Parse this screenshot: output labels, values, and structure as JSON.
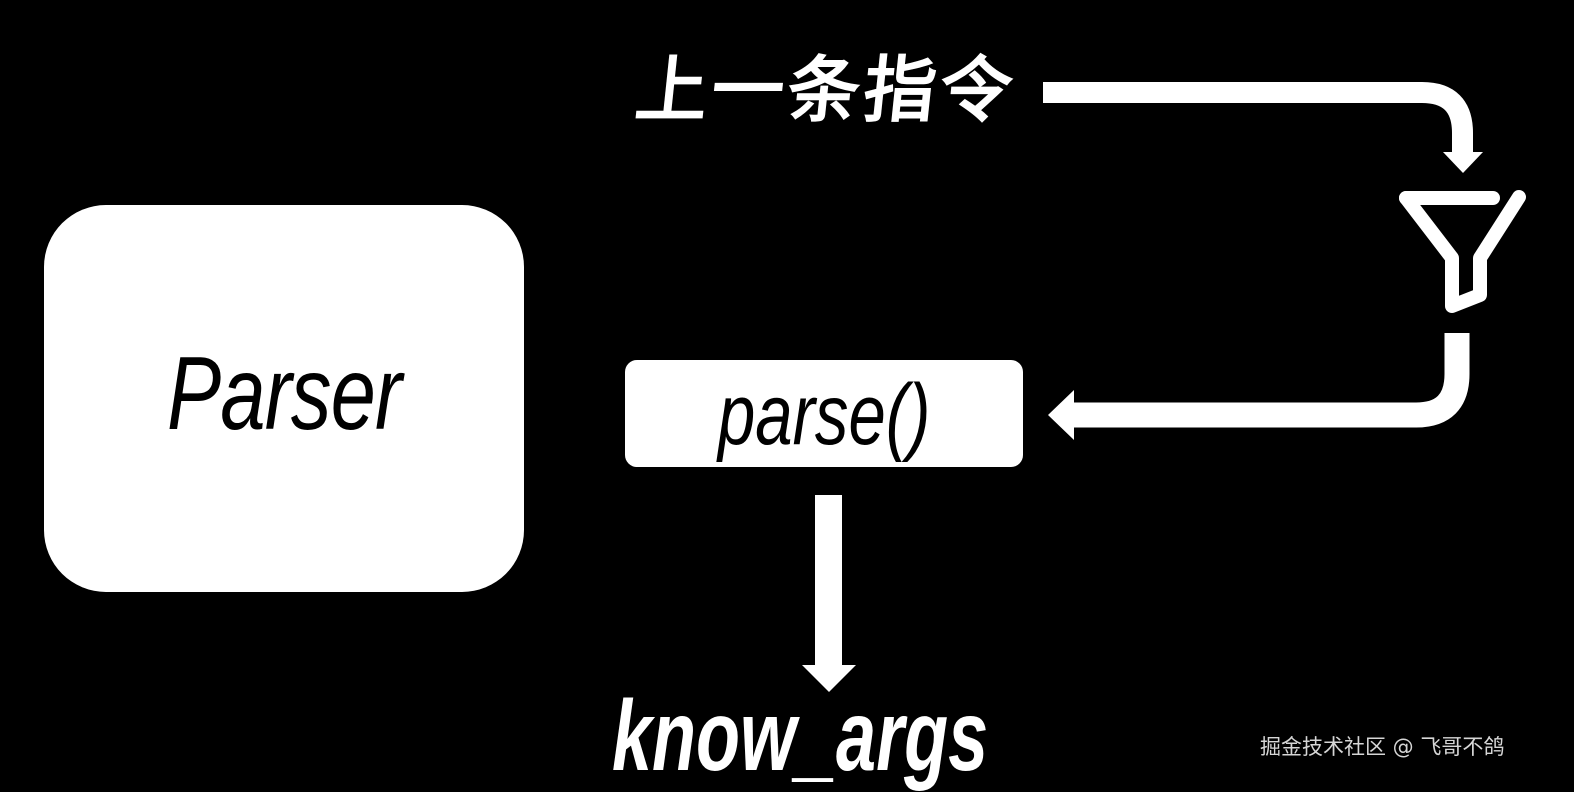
{
  "diagram": {
    "background_color": "#000000",
    "foreground_color": "#ffffff",
    "nodes": {
      "parser": {
        "label": "Parser"
      },
      "parse_method": {
        "label": "parse()"
      },
      "previous_command": {
        "label": "上一条指令"
      },
      "known_args": {
        "label": "know_args"
      },
      "filter": {
        "icon": "funnel-icon"
      }
    },
    "edges": [
      {
        "from": "previous_command",
        "to": "filter",
        "style": "arrow-right-then-down"
      },
      {
        "from": "filter",
        "to": "parse_method",
        "style": "arrow-down-then-left"
      },
      {
        "from": "parse_method",
        "to": "known_args",
        "style": "arrow-down"
      }
    ]
  },
  "watermark": {
    "text": "掘金技术社区 @ 飞哥不鸽",
    "color": "#d6d6d6"
  }
}
